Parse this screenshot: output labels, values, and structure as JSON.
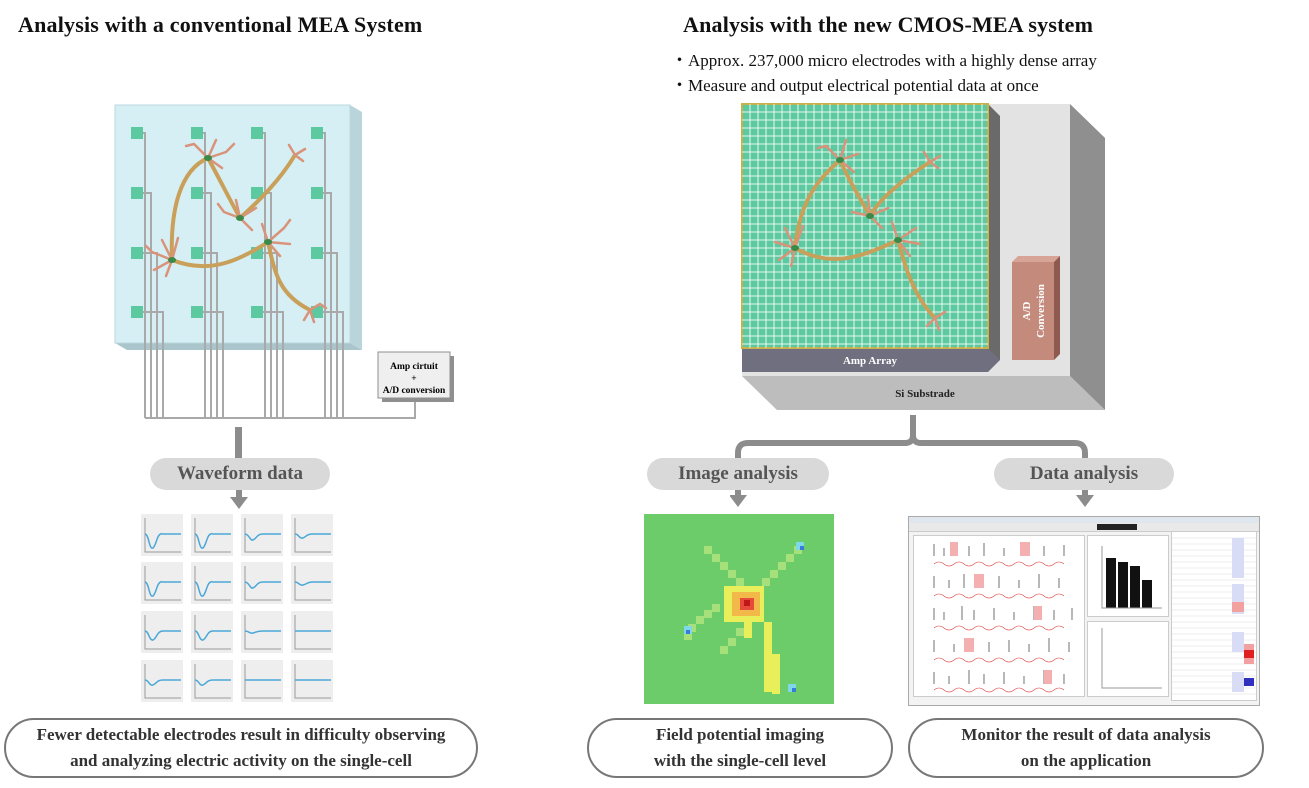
{
  "left": {
    "title": "Analysis with a conventional MEA System",
    "amp_box_line1": "Amp cirtuit",
    "amp_box_line2": "+",
    "amp_box_line3": "A/D conversion",
    "waveform_label": "Waveform data",
    "caption_line1": "Fewer detectable electrodes result in difficulty observing",
    "caption_line2": "and analyzing electric activity on the single-cell"
  },
  "right": {
    "title": "Analysis with the new CMOS-MEA system",
    "bullet1": "・Approx. 237,000 micro electrodes with a highly dense array",
    "bullet2": "・Measure and output electrical potential data at once",
    "ad_label_line1": "A/D",
    "ad_label_line2": "Conversion",
    "amp_array_label": "Amp Array",
    "substrate_label": "Si Substrade",
    "image_analysis_label": "Image analysis",
    "data_analysis_label": "Data analysis",
    "image_caption_line1": "Field potential imaging",
    "image_caption_line2": "with the single-cell level",
    "data_caption_line1": "Monitor the result of data analysis",
    "data_caption_line2": "on the application"
  },
  "colors": {
    "electrode": "#5cc9a0",
    "neuron": "#d9937a",
    "glass": "#cfeaf0",
    "arrow_gray": "#8c8c8c",
    "heat_green": "#6ccc6a",
    "waveform": "#4aa8d8"
  },
  "icons": {
    "neuron": "neuron-illustration",
    "arrow": "down-arrow-icon"
  }
}
